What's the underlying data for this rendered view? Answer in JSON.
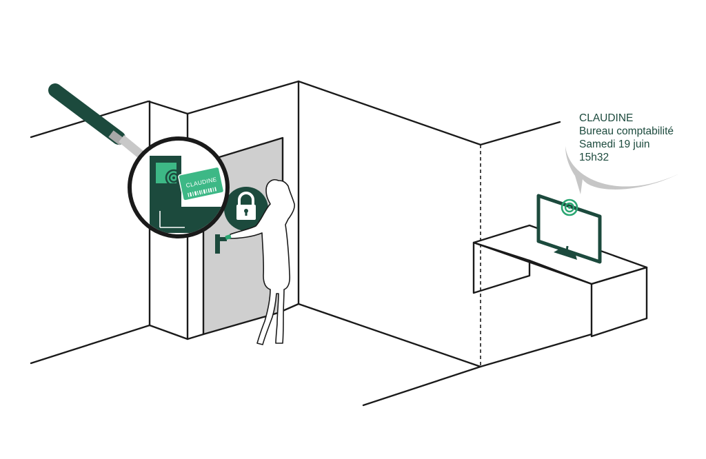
{
  "colors": {
    "brand_dark": "#1c4a3d",
    "brand_green": "#2aa672",
    "card_green": "#3db886",
    "door_grey": "#cfcfcf",
    "line": "#1a1a1a",
    "bubble_grey": "#c6c6c6"
  },
  "badge_card": {
    "name": "CLAUDINE"
  },
  "notification_bubble": {
    "lines": [
      "CLAUDINE",
      "Bureau comptabilité",
      "Samedi 19 juin",
      "15h32"
    ]
  },
  "icons": {
    "padlock": "padlock-icon",
    "rfid_waves": "rfid-signal-icon",
    "magnifier": "magnifying-glass-icon",
    "monitor": "monitor-icon",
    "person": "woman-silhouette"
  }
}
